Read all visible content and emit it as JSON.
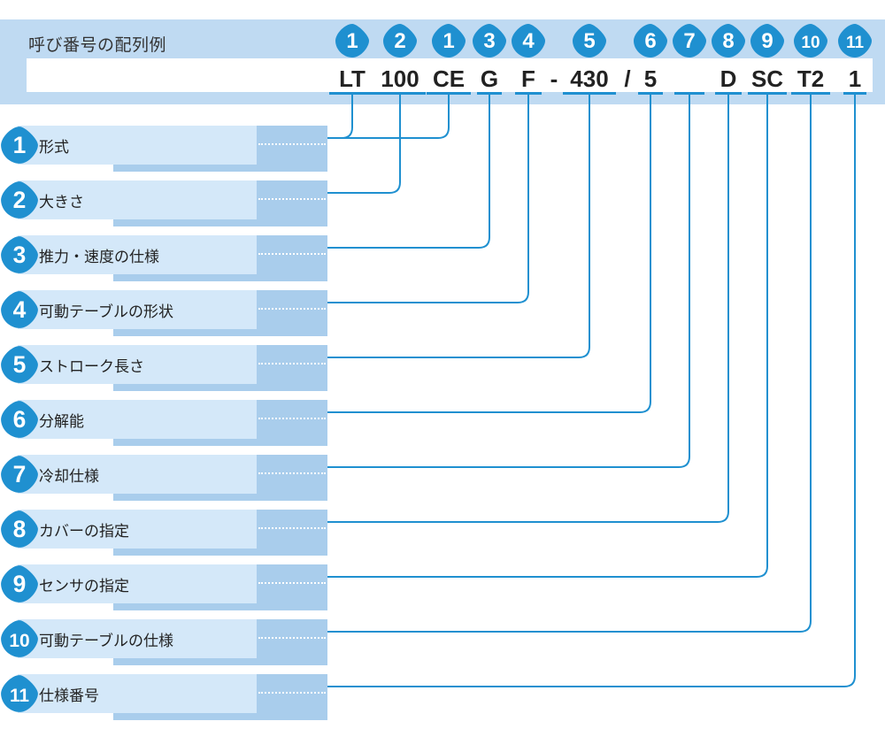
{
  "header": {
    "title": "呼び番号の配列例"
  },
  "code_parts": [
    {
      "num": "1",
      "text": "LT"
    },
    {
      "num": "2",
      "text": "100"
    },
    {
      "num": "1",
      "text": "CE"
    },
    {
      "num": "3",
      "text": "G"
    },
    {
      "num": "4",
      "text": "F"
    },
    {
      "num": "",
      "text": "-"
    },
    {
      "num": "5",
      "text": "430"
    },
    {
      "num": "",
      "text": "/"
    },
    {
      "num": "6",
      "text": "5"
    },
    {
      "num": "7",
      "text": ""
    },
    {
      "num": "8",
      "text": "D"
    },
    {
      "num": "9",
      "text": "SC"
    },
    {
      "num": "10",
      "text": "T2"
    },
    {
      "num": "11",
      "text": "1"
    }
  ],
  "items": [
    {
      "num": "1",
      "label": "形式"
    },
    {
      "num": "2",
      "label": "大きさ"
    },
    {
      "num": "3",
      "label": "推力・速度の仕様"
    },
    {
      "num": "4",
      "label": "可動テーブルの形状"
    },
    {
      "num": "5",
      "label": "ストローク長さ"
    },
    {
      "num": "6",
      "label": "分解能"
    },
    {
      "num": "7",
      "label": "冷却仕様"
    },
    {
      "num": "8",
      "label": "カバーの指定"
    },
    {
      "num": "9",
      "label": "センサの指定"
    },
    {
      "num": "10",
      "label": "可動テーブルの仕様"
    },
    {
      "num": "11",
      "label": "仕様番号"
    }
  ],
  "colors": {
    "badge": "#1f90d0",
    "connector": "#1f90d0",
    "header_band": "#bfdaf2",
    "row_light": "#d4e8f9",
    "row_dark": "#a9cdec"
  }
}
